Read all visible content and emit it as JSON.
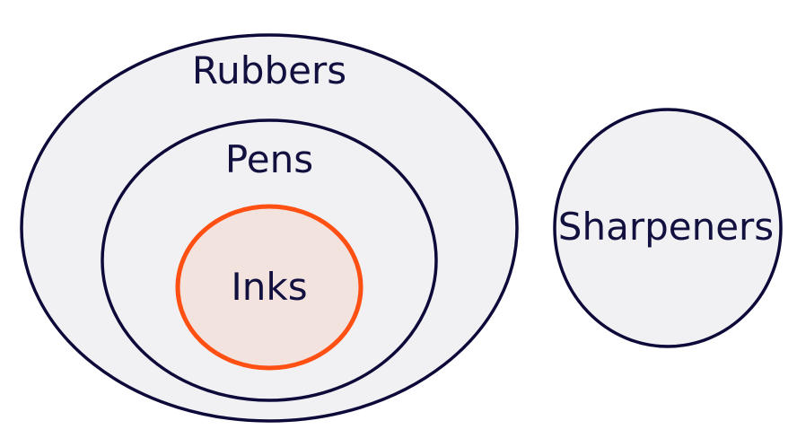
{
  "diagram": {
    "sets": [
      {
        "id": "rubbers",
        "label": "Rubbers",
        "fill": "#f1f1f4",
        "stroke": "#0d0a3a"
      },
      {
        "id": "pens",
        "label": "Pens",
        "fill": "#f1f1f4",
        "stroke": "#0d0a3a"
      },
      {
        "id": "inks",
        "label": "Inks",
        "fill": "#f3e3de",
        "stroke": "#ff5014"
      },
      {
        "id": "sharpeners",
        "label": "Sharpeners",
        "fill": "#f1f1f4",
        "stroke": "#0d0a3a"
      }
    ],
    "relations": [
      {
        "subset": "inks",
        "of": "pens"
      },
      {
        "subset": "pens",
        "of": "rubbers"
      },
      {
        "disjoint": [
          "rubbers",
          "sharpeners"
        ]
      }
    ],
    "colors": {
      "text": "#12103f",
      "highlight": "#ff5014"
    }
  }
}
